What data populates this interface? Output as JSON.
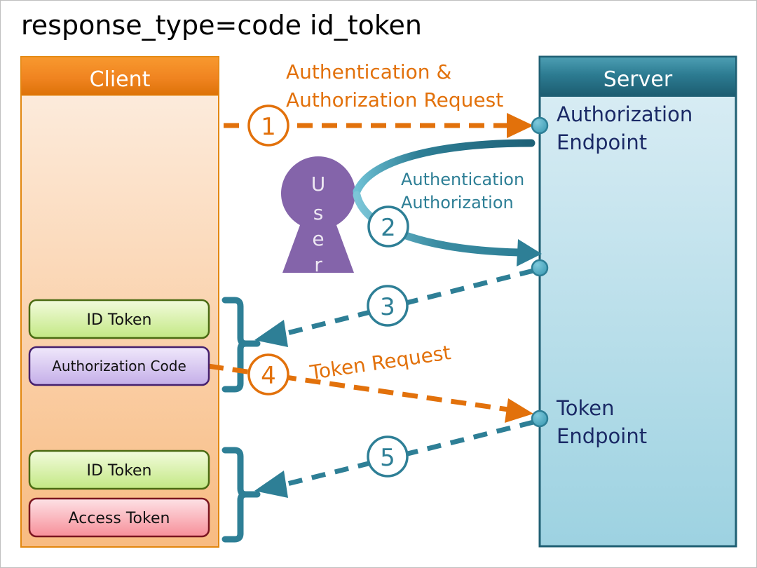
{
  "title": "response_type=code id_token",
  "client": {
    "header": "Client",
    "tokens": [
      {
        "name": "id-token-top",
        "label": "ID Token",
        "fill_from": "#EAF7C8",
        "fill_to": "#C8EA8A",
        "stroke": "#4A6B12"
      },
      {
        "name": "authorization-code",
        "label": "Authorization Code",
        "fill_from": "#EDE4F8",
        "fill_to": "#C8B2E8",
        "stroke": "#45206E"
      },
      {
        "name": "id-token-bottom",
        "label": "ID Token",
        "fill_from": "#EAF7C8",
        "fill_to": "#C8EA8A",
        "stroke": "#4A6B12"
      },
      {
        "name": "access-token",
        "label": "Access Token",
        "fill_from": "#FBD7DC",
        "fill_to": "#F79098",
        "stroke": "#7A1520"
      }
    ]
  },
  "server": {
    "header": "Server",
    "endpoints": [
      {
        "name": "authorization-endpoint",
        "line1": "Authorization",
        "line2": "Endpoint"
      },
      {
        "name": "token-endpoint",
        "line1": "Token",
        "line2": "Endpoint"
      }
    ]
  },
  "user": {
    "letters": [
      "U",
      "s",
      "e",
      "r"
    ],
    "label": "User"
  },
  "steps": [
    {
      "number": "1",
      "color": "#E2710B",
      "label_line1": "Authentication &",
      "label_line2": "Authorization Request"
    },
    {
      "number": "2",
      "color": "#2E7F96",
      "label_line1": "Authentication",
      "label_line2": "Authorization"
    },
    {
      "number": "3",
      "color": "#2E7F96",
      "label_line1": "",
      "label_line2": ""
    },
    {
      "number": "4",
      "color": "#E2710B",
      "label_line1": "Token Request",
      "label_line2": ""
    },
    {
      "number": "5",
      "color": "#2E7F96",
      "label_line1": "",
      "label_line2": ""
    }
  ],
  "colors": {
    "orange_accent": "#E2710B",
    "orange_header_top": "#F79038",
    "orange_header_bottom": "#E2780C",
    "client_body_top": "#FDEDE0",
    "client_body_bottom": "#F7BA80",
    "teal_accent": "#2E7F96",
    "server_header_top": "#3E96AB",
    "server_header_bottom": "#1F5F73",
    "server_body_top": "#DCEEF5",
    "server_body_bottom": "#9FD2E0",
    "user_purple": "#8464AA",
    "endpoint_text": "#1b2a66"
  }
}
